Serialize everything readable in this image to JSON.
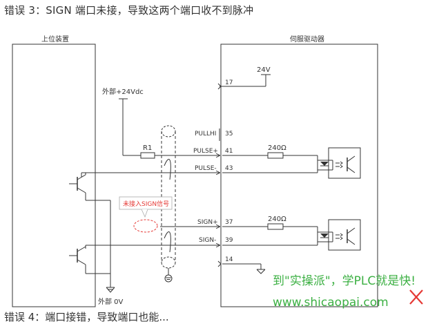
{
  "title": "错误 3：SIGN 端口未接，导致这两个端口收不到脉冲",
  "bottom_text": "错误 4：端口接错，导致端口也能...",
  "left_box": {
    "label": "上位装置"
  },
  "right_box": {
    "label": "伺服驱动器"
  },
  "labels": {
    "ext_24v": "外部+24Vdc",
    "ext_0v": "外部 0V",
    "r1": "R1",
    "v24": "24V",
    "res1": "240Ω",
    "res2": "240Ω",
    "callout": "未接入SIGN信号"
  },
  "pins": [
    {
      "name": "",
      "num": "17"
    },
    {
      "name": "PULLHI",
      "num": "35"
    },
    {
      "name": "PULSE+",
      "num": "41"
    },
    {
      "name": "PULSE-",
      "num": "43"
    },
    {
      "name": "SIGN+",
      "num": "37"
    },
    {
      "name": "SIGN-",
      "num": "39"
    },
    {
      "name": "",
      "num": "14"
    }
  ],
  "watermark": {
    "line1": "到\"实操派\"，学PLC就是快!",
    "line2": "www.shicaopai.com"
  },
  "colors": {
    "line": "#333333",
    "callout": "#e53935",
    "watermark": "#3cb043",
    "cross": "#e53935"
  }
}
